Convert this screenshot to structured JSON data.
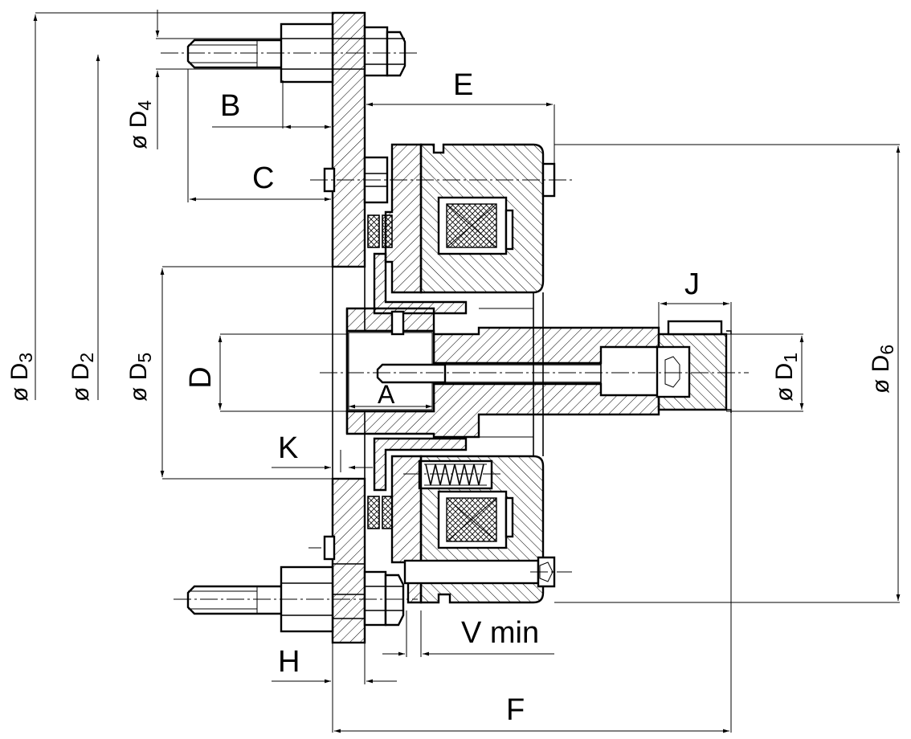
{
  "labels": {
    "B": "B",
    "C": "C",
    "D": "D",
    "E": "E",
    "F": "F",
    "H": "H",
    "J": "J",
    "K": "K",
    "A": "A",
    "vmin": "V min",
    "d1_prefix": "ø D",
    "d1_sub": "1",
    "d2_prefix": "ø D",
    "d2_sub": "2",
    "d3_prefix": "ø D",
    "d3_sub": "3",
    "d4_prefix": "ø D",
    "d4_sub": "4",
    "d5_prefix": "ø D",
    "d5_sub": "5",
    "d6_prefix": "ø D",
    "d6_sub": "6"
  }
}
